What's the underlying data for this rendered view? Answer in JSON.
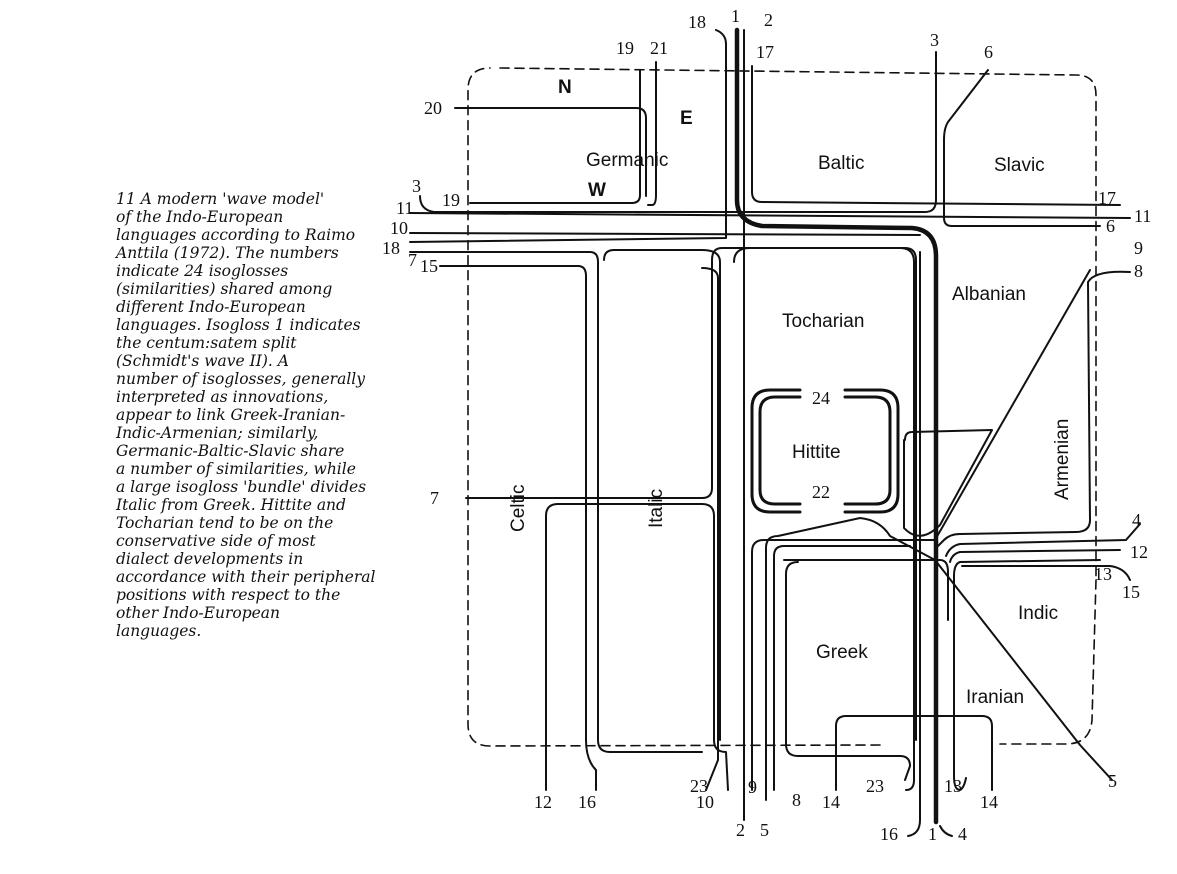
{
  "caption": {
    "lines": [
      "11   A modern 'wave model'",
      "of the Indo-European",
      "languages according to Raimo",
      "Anttila (1972). The numbers",
      "indicate 24 isoglosses",
      "(similarities) shared among",
      "different Indo-European",
      "languages. Isogloss 1 indicates",
      "the centum:satem split",
      "(Schmidt's wave II). A",
      "number of isoglosses, generally",
      "interpreted as innovations,",
      "appear to link Greek-Iranian-",
      "Indic-Armenian; similarly,",
      "Germanic-Baltic-Slavic share",
      "a number of similarities, while",
      "a large isogloss 'bundle' divides",
      "Italic from Greek. Hittite and",
      "Tocharian tend to be on the",
      "conservative side of most",
      "dialect developments in",
      "accordance with their peripheral",
      "positions with respect to the",
      "other Indo-European",
      "languages."
    ]
  },
  "diagram": {
    "languages": {
      "germanic": "Germanic",
      "baltic": "Baltic",
      "slavic": "Slavic",
      "albanian": "Albanian",
      "tocharian": "Tocharian",
      "hittite": "Hittite",
      "armenian": "Armenian",
      "celtic": "Celtic",
      "italic": "Italic",
      "greek": "Greek",
      "indic": "Indic",
      "iranian": "Iranian"
    },
    "directions": {
      "n": "N",
      "e": "E",
      "w": "W"
    },
    "isogloss_labels": [
      "18",
      "1",
      "2",
      "17",
      "19",
      "21",
      "3",
      "6",
      "20",
      "3",
      "19",
      "11",
      "10",
      "17",
      "6",
      "11",
      "18",
      "7",
      "15",
      "9",
      "8",
      "24",
      "7",
      "22",
      "4",
      "12",
      "13",
      "15",
      "5",
      "12",
      "16",
      "23",
      "10",
      "2",
      "9",
      "5",
      "8",
      "14",
      "23",
      "16",
      "1",
      "4",
      "13",
      "14"
    ]
  }
}
